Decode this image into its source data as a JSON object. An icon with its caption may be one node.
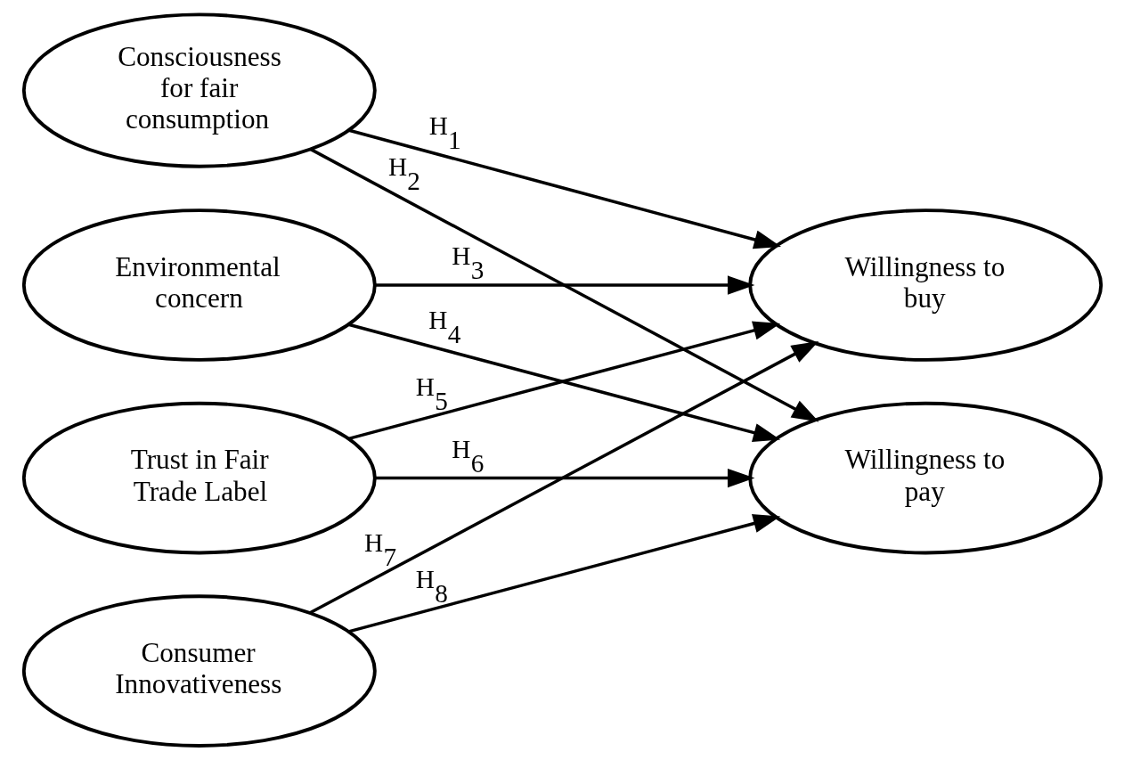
{
  "diagram": {
    "nodes": [
      {
        "text": [
          "Consciousness for fair consumption"
        ]
      },
      {
        "text": [
          "Environmental concern"
        ]
      },
      {
        "text": [
          "Trust in Fair Trade Label"
        ]
      },
      {
        "text": [
          "Consumer Innovativeness"
        ]
      },
      {
        "text": [
          "Willingness to buy"
        ]
      },
      {
        "text": [
          "Willingness to pay"
        ]
      }
    ],
    "edges": [
      {
        "from": 0,
        "to": 4,
        "arrow": "to",
        "label": "H$_{1}$"
      },
      {
        "from": 0,
        "to": 5,
        "arrow": "to",
        "label": "H$_{2}$"
      },
      {
        "from": 1,
        "to": 4,
        "arrow": "to",
        "label": "H$_{3}$"
      },
      {
        "from": 1,
        "to": 5,
        "arrow": "to",
        "label": "H$_{4}$"
      },
      {
        "from": 2,
        "to": 4,
        "arrow": "to",
        "label": "H$_{5}$"
      },
      {
        "from": 2,
        "to": 5,
        "arrow": "to",
        "label": "H$_{6}$"
      },
      {
        "from": 3,
        "to": 4,
        "arrow": "to",
        "label": "H$_{7}$"
      },
      {
        "from": 3,
        "to": 5,
        "arrow": "to",
        "label": "H$_{8}$"
      }
    ]
  }
}
